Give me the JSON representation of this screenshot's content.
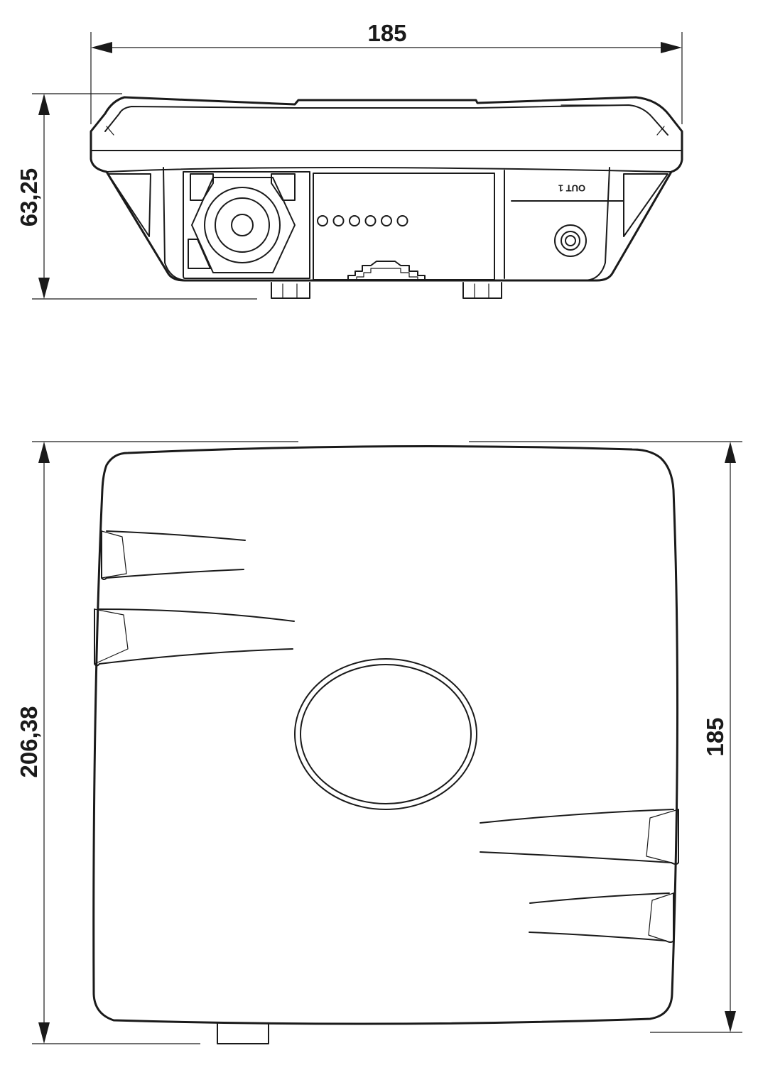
{
  "dimensions": {
    "front_width": "185",
    "front_height": "63,25",
    "top_length": "206,38",
    "top_depth": "185"
  },
  "port_label": "OUT 1",
  "led_count": 6,
  "colors": {
    "line": "#1a1a1a",
    "background": "#ffffff"
  }
}
